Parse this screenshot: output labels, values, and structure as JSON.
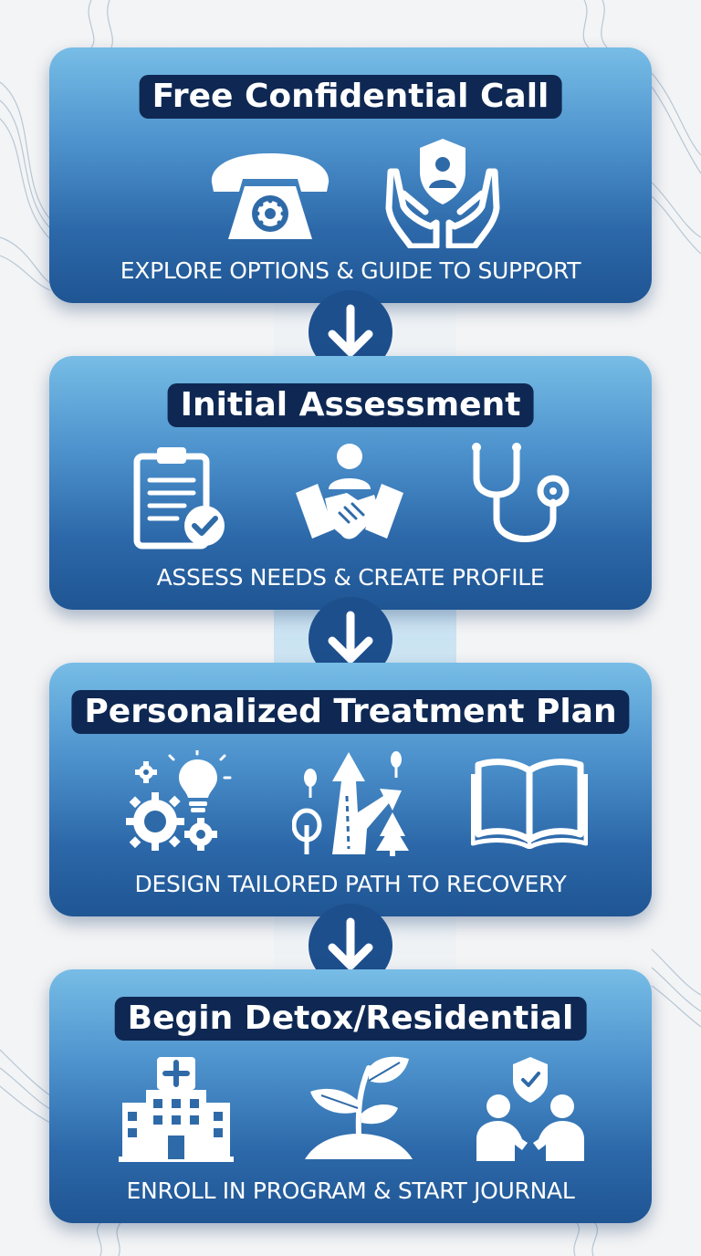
{
  "steps": [
    {
      "title": "Free Confidential Call",
      "subtitle": "EXPLORE OPTIONS & GUIDE TO SUPPORT",
      "icons": [
        "telephone-icon",
        "caring-hands-shield-icon"
      ]
    },
    {
      "title": "Initial Assessment",
      "subtitle": "ASSESS NEEDS & CREATE PROFILE",
      "icons": [
        "clipboard-checklist-icon",
        "handshake-icon",
        "stethoscope-icon"
      ]
    },
    {
      "title": "Personalized Treatment Plan",
      "subtitle": "DESIGN TAILORED PATH TO RECOVERY",
      "icons": [
        "gears-lightbulb-icon",
        "forked-path-icon",
        "open-book-icon"
      ]
    },
    {
      "title": "Begin Detox/Residential",
      "subtitle": "ENROLL IN PROGRAM & START JOURNAL",
      "icons": [
        "hospital-icon",
        "sprout-icon",
        "support-people-shield-icon"
      ]
    }
  ],
  "colors": {
    "card_top": "#77bde6",
    "card_bottom": "#1f5593",
    "title_pill": "#0e2853",
    "arrow_circle": "#1d4f8d",
    "text": "#ffffff"
  }
}
